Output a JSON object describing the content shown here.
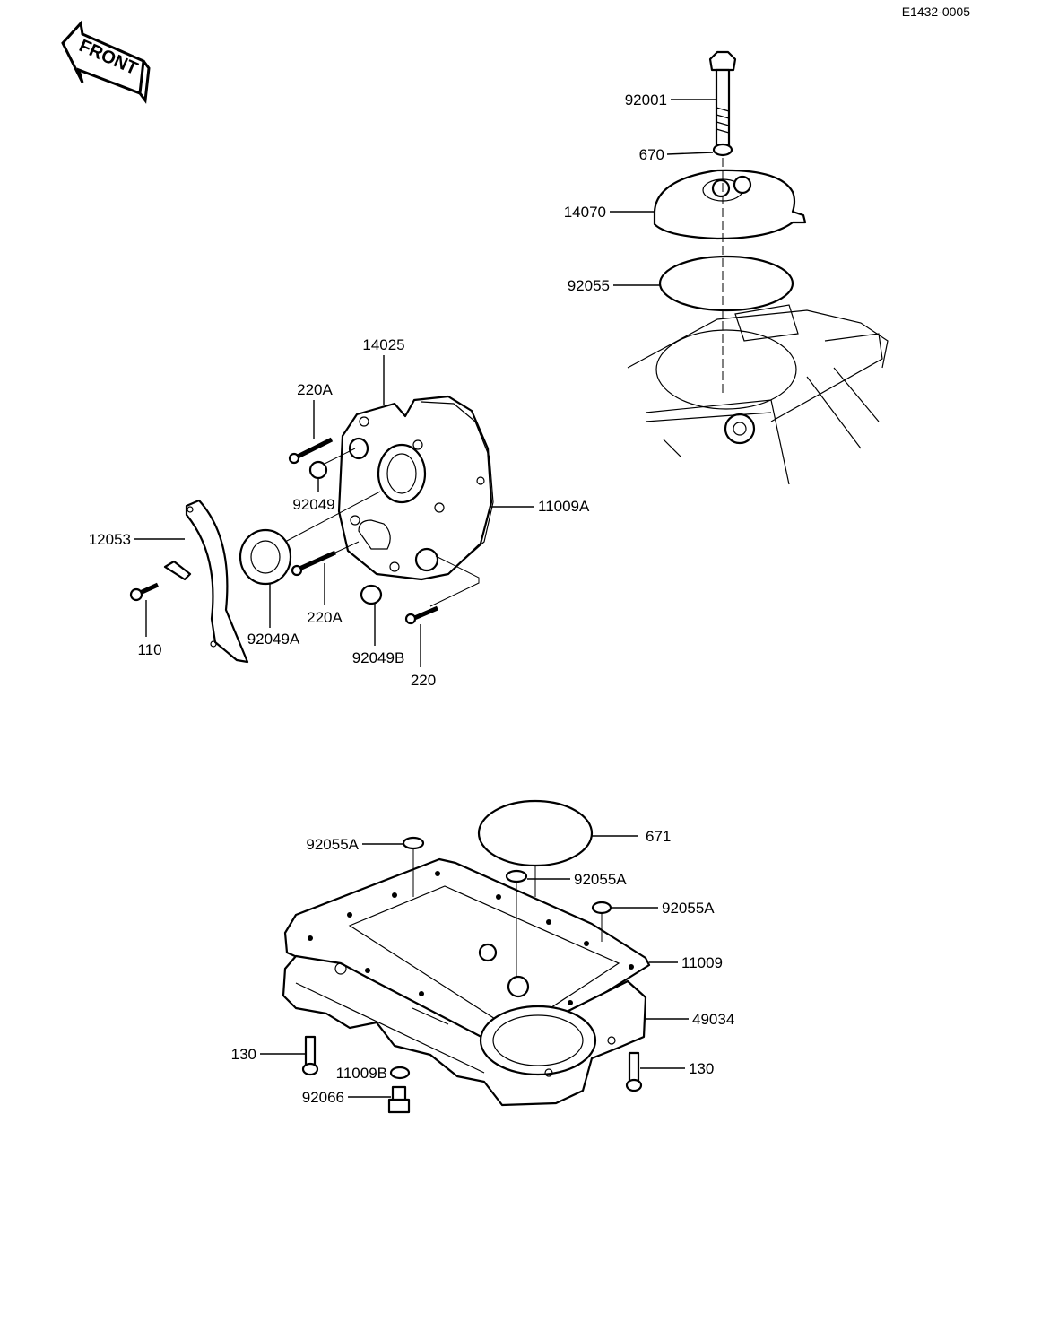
{
  "diagram_code": "E1432-0005",
  "front_arrow_text": "FRONT",
  "labels": {
    "p92001": "92001",
    "p670": "670",
    "p14070": "14070",
    "p92055": "92055",
    "p14025": "14025",
    "p220A_top": "220A",
    "p92049": "92049",
    "p11009A": "11009A",
    "p12053": "12053",
    "p110": "110",
    "p92049A": "92049A",
    "p220A_bottom": "220A",
    "p92049B": "92049B",
    "p220": "220",
    "p92055A_left": "92055A",
    "p671": "671",
    "p92055A_mid": "92055A",
    "p92055A_right": "92055A",
    "p11009": "11009",
    "p49034": "49034",
    "p130_left": "130",
    "p130_right": "130",
    "p11009B": "11009B",
    "p92066": "92066"
  }
}
